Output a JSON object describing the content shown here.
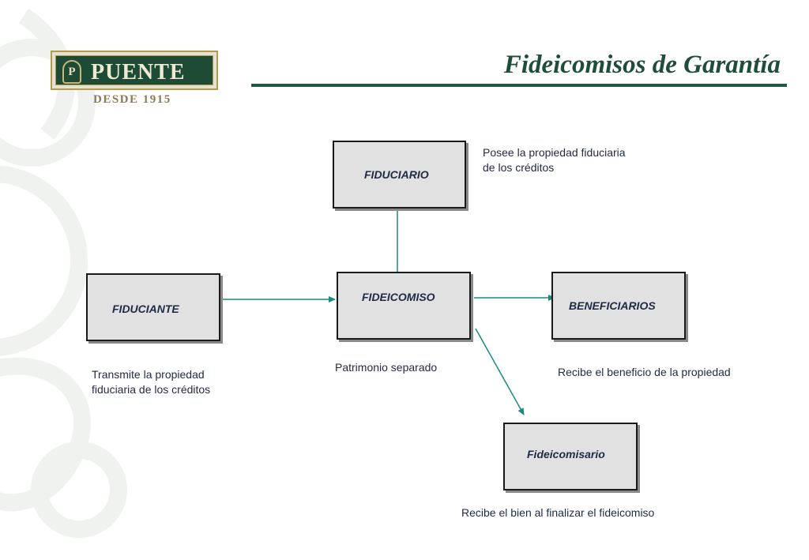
{
  "header": {
    "title": "Fideicomisos de Garantía"
  },
  "logo": {
    "name": "PUENTE",
    "emblem_letter": "P",
    "since": "DESDE 1915"
  },
  "diagram": {
    "nodes": {
      "fiduciario": {
        "label": "FIDUCIARIO"
      },
      "fideicomiso": {
        "label": "FIDEICOMISO"
      },
      "fiduciante": {
        "label": "FIDUCIANTE"
      },
      "beneficiarios": {
        "label": "BENEFICIARIOS"
      },
      "fideicomisario": {
        "label": "Fideicomisario"
      }
    },
    "notes": {
      "fiduciario": [
        "Posee la propiedad fiduciaria",
        "de los créditos"
      ],
      "fiduciante": [
        "Transmite la propiedad",
        "fiduciaria de los créditos"
      ],
      "fideicomiso": [
        "Patrimonio separado"
      ],
      "beneficiarios": [
        "Recibe el beneficio de la propiedad"
      ],
      "fideicomisario": [
        "Recibe el bien al finalizar el fideicomiso"
      ]
    }
  },
  "colors": {
    "connector": "#1a8a7a",
    "brand_green": "#1e4e3a",
    "node_fill": "#e1e1e1"
  }
}
